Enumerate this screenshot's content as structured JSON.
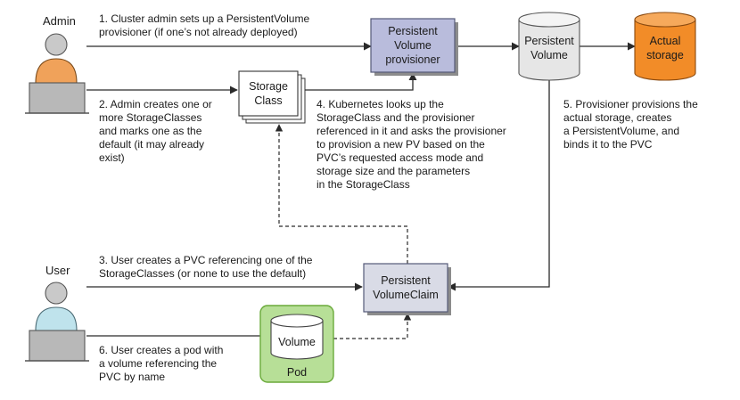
{
  "actors": {
    "admin": "Admin",
    "user": "User"
  },
  "components": {
    "pv_provisioner": "Persistent\nVolume\nprovisioner",
    "storage_class": "Storage\nClass",
    "persistent_volume": "Persistent\nVolume",
    "actual_storage": "Actual\nstorage",
    "pvc": "Persistent\nVolumeClaim",
    "volume": "Volume",
    "pod": "Pod"
  },
  "steps": {
    "step1": "1. Cluster admin sets up a PersistentVolume\nprovisioner (if one’s not already deployed)",
    "step2": "2. Admin creates one or\nmore StorageClasses\nand marks one as the\ndefault (it may already\nexist)",
    "step3": "3. User creates a PVC referencing one of the\nStorageClasses (or none to use the default)",
    "step4": "4. Kubernetes looks up the\nStorageClass and the provisioner\nreferenced in it and asks the provisioner\nto provision a new PV based on the\nPVC’s requested access mode and\nstorage size and the parameters\nin the StorageClass",
    "step5": "5. Provisioner provisions the\nactual storage, creates\na PersistentVolume, and\nbinds it to the PVC",
    "step6": "6. User creates a pod with\na volume referencing the\nPVC by name"
  },
  "colors": {
    "provisioner_fill": "#b9bcdc",
    "pvc_fill": "#d9dbe6",
    "storage_fill": "#f28c28",
    "pod_fill": "#b7df97",
    "pod_border": "#6aaa3a",
    "admin_shirt": "#f0a25a",
    "user_shirt": "#bfe3ec"
  }
}
